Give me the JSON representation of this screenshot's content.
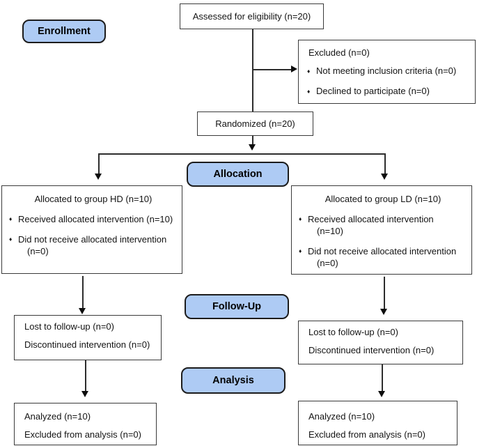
{
  "colors": {
    "stage_fill": "#aecbf4",
    "stage_border": "#1c1c1c",
    "box_border": "#3a3a3a",
    "line": "#2d2d2d",
    "text": "#141414"
  },
  "glyphs": {
    "bullet": "♦"
  },
  "stages": {
    "enrollment": "Enrollment",
    "allocation": "Allocation",
    "followup": "Follow-Up",
    "analysis": "Analysis"
  },
  "boxes": {
    "assessed": {
      "text": "Assessed for eligibility (n=20)"
    },
    "excluded": {
      "title": "Excluded (n=0)",
      "bullets": [
        [
          "Not meeting inclusion criteria (n=0)"
        ],
        [
          "Declined to participate (n=0)"
        ]
      ]
    },
    "randomized": {
      "text": "Randomized (n=20)"
    },
    "alloc_hd": {
      "title": "Allocated to group HD (n=10)",
      "bullets": [
        [
          "Received allocated intervention (n=10)"
        ],
        [
          "Did not receive allocated intervention",
          "(n=0)"
        ]
      ]
    },
    "alloc_ld": {
      "title": "Allocated to group LD (n=10)",
      "bullets": [
        [
          "Received allocated intervention",
          "(n=10)"
        ],
        [
          "Did not receive allocated intervention",
          "(n=0)"
        ]
      ]
    },
    "followup_hd": {
      "lines": [
        "Lost to follow-up (n=0)",
        "Discontinued intervention (n=0)"
      ]
    },
    "followup_ld": {
      "lines": [
        "Lost to follow-up (n=0)",
        "Discontinued intervention (n=0)"
      ]
    },
    "analysis_hd": {
      "lines": [
        "Analyzed (n=10)",
        "Excluded from analysis (n=0)"
      ]
    },
    "analysis_ld": {
      "lines": [
        "Analyzed (n=10)",
        "Excluded from analysis (n=0)"
      ]
    }
  }
}
